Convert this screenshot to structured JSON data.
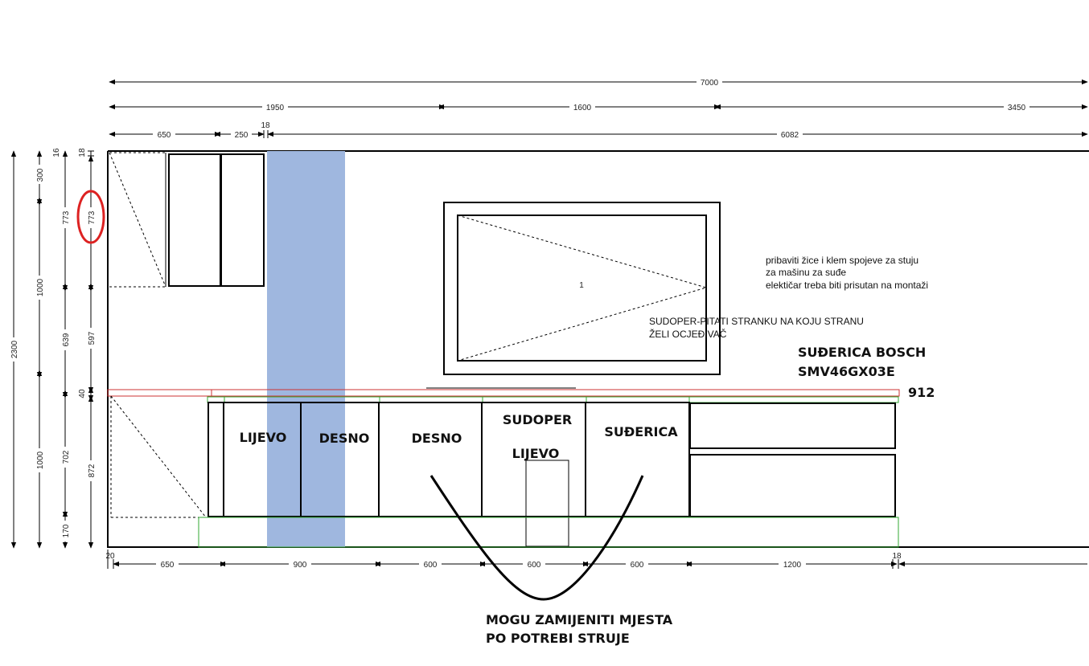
{
  "dimensions_top": {
    "total": "7000",
    "seg_1950": "1950",
    "seg_1600": "1600",
    "seg_3450": "3450",
    "seg_650": "650",
    "seg_250": "250",
    "seg_18": "18",
    "seg_6082": "6082"
  },
  "dimensions_left": {
    "total_2300": "2300",
    "v16": "16",
    "v300": "300",
    "v1000_upper": "1000",
    "v1000_lower": "1000",
    "v773a": "773",
    "v639": "639",
    "v40": "40",
    "v702": "702",
    "v170": "170",
    "v18": "18",
    "v773b": "773",
    "v597": "597",
    "v872": "872"
  },
  "dimensions_bottom": {
    "start": "20",
    "d650": "650",
    "d900": "900",
    "d600a": "600",
    "d600b": "600",
    "d600c": "600",
    "d1200": "1200",
    "end": "18"
  },
  "labels": {
    "lijevo_1": "LIJEVO",
    "desno_1": "DESNO",
    "desno_2": "DESNO",
    "sudoper": "SUDOPER",
    "lijevo_2": "LIJEVO",
    "suderica": "SUĐERICA",
    "number_912": "912",
    "suderica_bosch": "SUĐERICA BOSCH",
    "model": "SMV46GX03E",
    "window_number": "1"
  },
  "notes": {
    "electric_1": "pribaviti žice i klem spojeve za stuju",
    "electric_2": "za mašinu za suđe",
    "electric_3": "elektičar treba biti prisutan na montaži",
    "sink_1": "SUDOPER-PITATI STRANKU NA KOJU STRANU",
    "sink_2": "ŽELI OCJEĐIVAČ",
    "swap_1": "MOGU ZAMIJENITI MJESTA",
    "swap_2": "PO POTREBI STRUJE"
  },
  "colors": {
    "column_fill": "#9fb7df",
    "worktop_line": "#cc3333",
    "plinth_line": "#33aa33",
    "marker_circle": "#dd2222"
  }
}
